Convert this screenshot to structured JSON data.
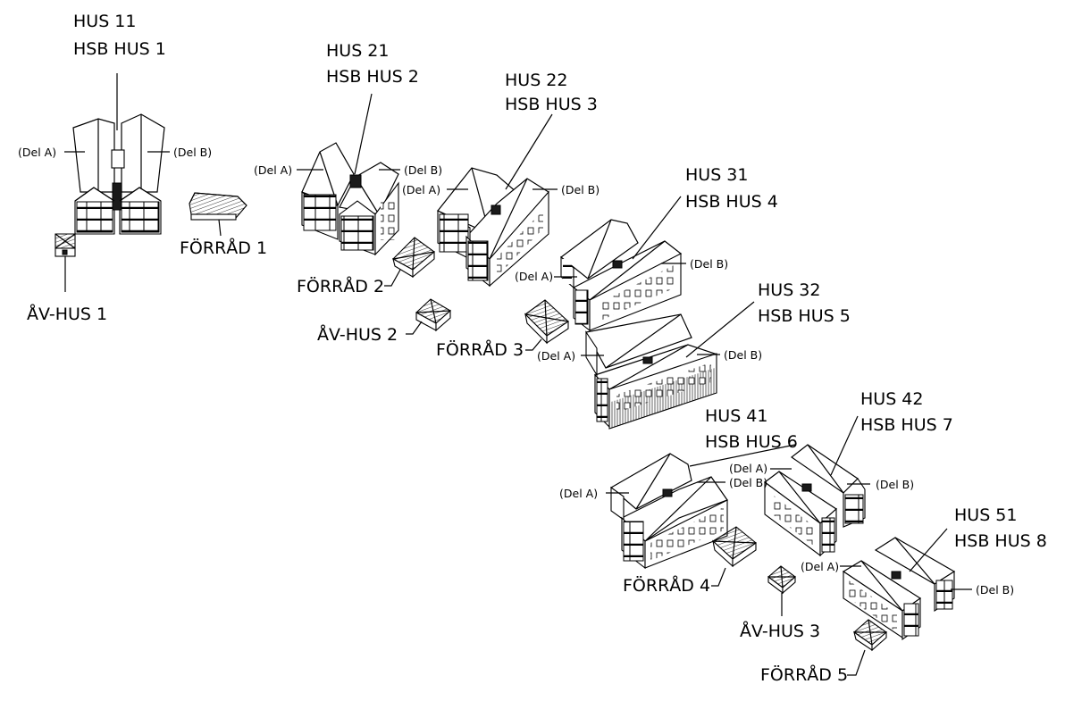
{
  "labels": {
    "hus11": {
      "line1": "HUS 11",
      "line2": "HSB HUS 1"
    },
    "hus21": {
      "line1": "HUS 21",
      "line2": "HSB HUS 2"
    },
    "hus22": {
      "line1": "HUS 22",
      "line2": "HSB HUS 3"
    },
    "hus31": {
      "line1": "HUS 31",
      "line2": "HSB HUS 4"
    },
    "hus32": {
      "line1": "HUS 32",
      "line2": "HSB HUS 5"
    },
    "hus41": {
      "line1": "HUS 41",
      "line2": "HSB HUS 6"
    },
    "hus42": {
      "line1": "HUS 42",
      "line2": "HSB HUS 7"
    },
    "hus51": {
      "line1": "HUS 51",
      "line2": "HSB HUS 8"
    },
    "forrad1": "FÖRRÅD 1",
    "forrad2": "FÖRRÅD 2",
    "forrad3": "FÖRRÅD 3",
    "forrad4": "FÖRRÅD 4",
    "forrad5": "FÖRRÅD 5",
    "avhus1": "ÅV-HUS 1",
    "avhus2": "ÅV-HUS 2",
    "avhus3": "ÅV-HUS 3",
    "del_a": "(Del A)",
    "del_b": "(Del B)"
  }
}
